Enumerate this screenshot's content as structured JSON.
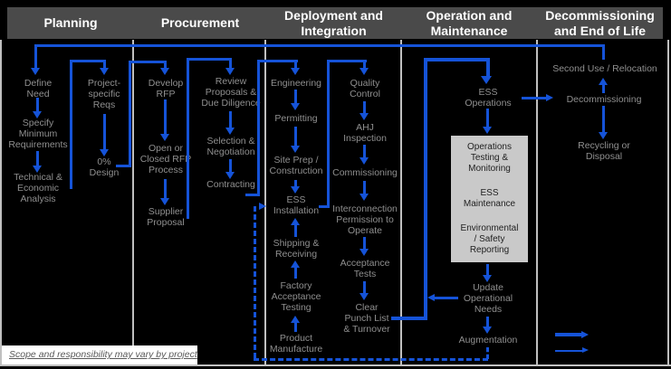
{
  "colors": {
    "background": "#000000",
    "header_bg": "#4a4a4a",
    "header_text": "#ffffff",
    "step_text": "#8f8f8f",
    "blue": "#1553d8",
    "divider": "#c0c0c0",
    "graybox_bg": "#c9c9c9",
    "graybox_text": "#1f1f1f",
    "footnote_text": "#5a5a5a",
    "footnote_bg": "#ffffff"
  },
  "header": {
    "columns": [
      "Planning",
      "Procurement",
      "Deployment and\nIntegration",
      "Operation and\nMaintenance",
      "Decommissioning\nand End of Life"
    ]
  },
  "planning": {
    "define_need": "Define\nNeed",
    "specify_minimum_requirements": "Specify\nMinimum\nRequirements",
    "technical_economic_analysis": "Technical &\nEconomic\nAnalysis",
    "project_specific_reqs": "Project-\nspecific\nReqs",
    "zero_design": "0%\nDesign"
  },
  "procurement": {
    "develop_rfp": "Develop\nRFP",
    "rfp_process": "Open or\nClosed RFP\nProcess",
    "supplier_proposal": "Supplier\nProposal",
    "review_proposals": "Review\nProposals &\nDue Diligence",
    "selection_negotiation": "Selection &\nNegotiation",
    "contracting": "Contracting"
  },
  "deployment": {
    "engineering": "Engineering",
    "permitting": "Permitting",
    "site_prep": "Site Prep /\nConstruction",
    "ess_installation": "ESS\nInstallation",
    "shipping_receiving": "Shipping &\nReceiving",
    "factory_acceptance_testing": "Factory\nAcceptance\nTesting",
    "product_manufacture": "Product\nManufacture",
    "quality_control": "Quality\nControl",
    "ahj_inspection": "AHJ\nInspection",
    "commissioning": "Commissioning",
    "interconnection_pto": "Interconnection\nPermission to\nOperate",
    "acceptance_tests": "Acceptance\nTests",
    "clear_punch_list": "Clear\nPunch List\n& Turnover"
  },
  "operation": {
    "ess_operations": "ESS\nOperations",
    "box_items": [
      "Operations\nTesting &\nMonitoring",
      "ESS\nMaintenance",
      "Environmental\n/ Safety\nReporting"
    ],
    "update_operational_needs": "Update\nOperational\nNeeds",
    "augmentation": "Augmentation"
  },
  "decommissioning": {
    "second_use_relocation": "Second Use / Relocation",
    "decommissioning": "Decommissioning",
    "recycling_disposal": "Recycling or\nDisposal"
  },
  "footnote": "Scope and responsibility may vary by project"
}
